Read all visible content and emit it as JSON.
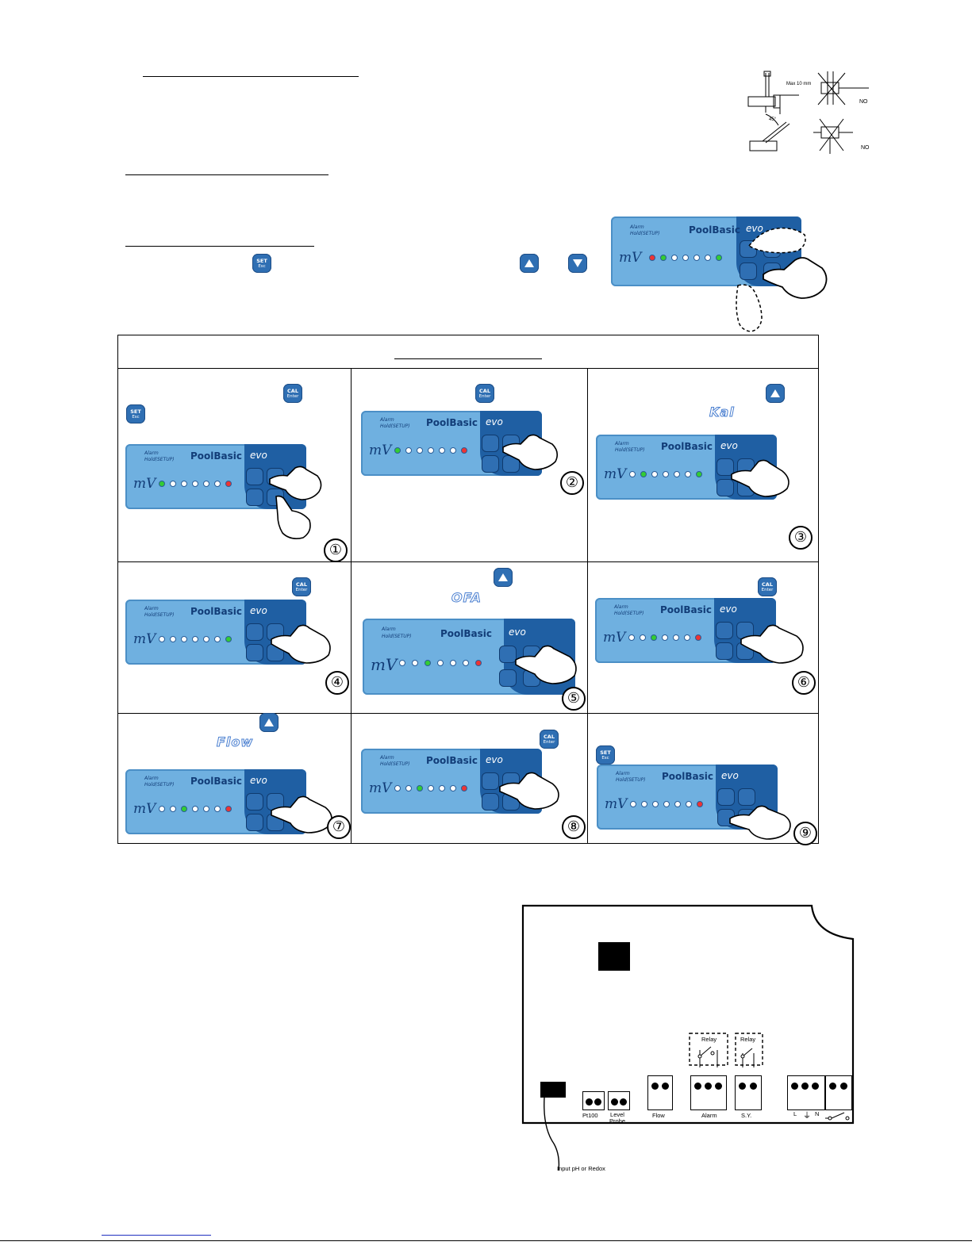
{
  "buttons": {
    "set": {
      "top": "SET",
      "bottom": "Esc"
    },
    "cal": {
      "top": "CAL",
      "bottom": "Enter"
    }
  },
  "panel": {
    "brand": "PoolBasic",
    "model": "evo",
    "alarm": "Alarm",
    "hold": "Hold(SETUP)",
    "unit": "mV"
  },
  "modes": {
    "kal": "Kal",
    "ofa": "OFA",
    "flow": "Flow"
  },
  "steps": [
    "①",
    "②",
    "③",
    "④",
    "⑤",
    "⑥",
    "⑦",
    "⑧",
    "⑨"
  ],
  "install_figure": {
    "max": "Max 10 mm",
    "angle": "45°",
    "no1": "NO",
    "no2": "NO"
  },
  "wiring": {
    "relay1": "Relay",
    "relay2": "Relay",
    "pt100": "Pt100",
    "level_probe": "Level Probe",
    "flow": "Flow",
    "alarm": "Alarm",
    "sv": "S.Y.",
    "mains_l": "L",
    "mains_n": "N",
    "input": "Input pH or Redox"
  },
  "colors": {
    "panel_light": "#6fb0e0",
    "panel_dark": "#1f5fa3",
    "button": "#2f6fb3",
    "mode_outline": "#4a7fd0"
  }
}
